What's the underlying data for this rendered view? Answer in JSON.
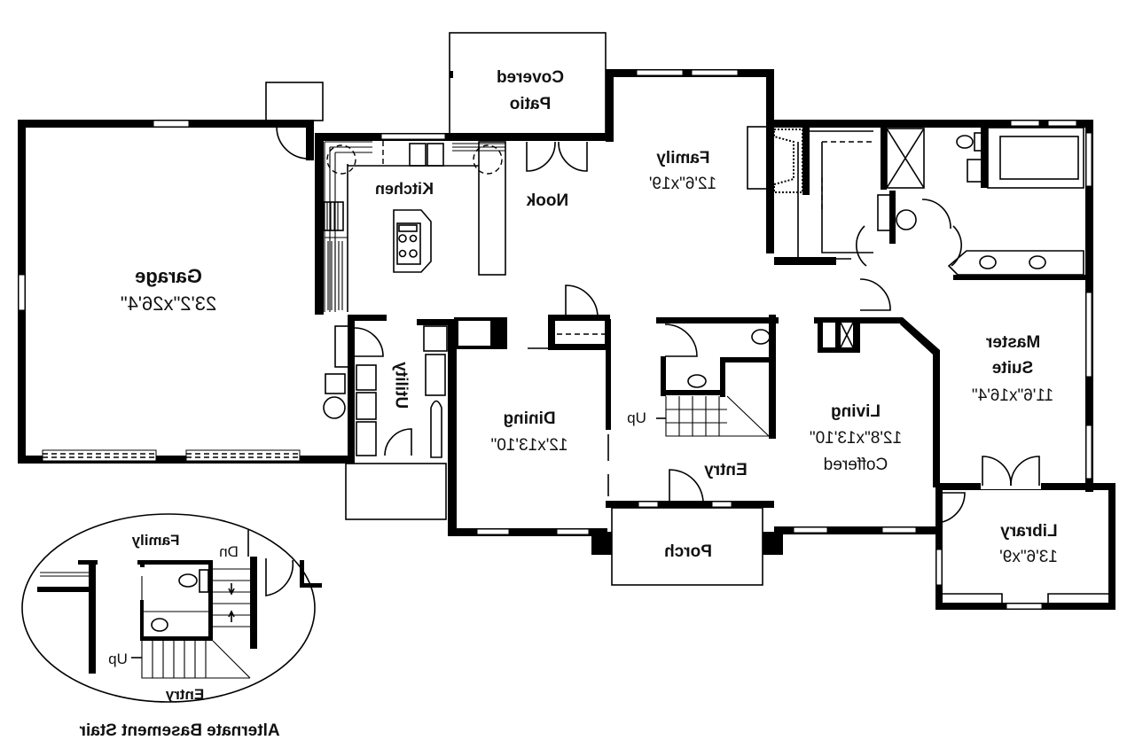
{
  "plan": {
    "orientation": "mirrored-horizontal",
    "rooms": [
      {
        "id": "garage",
        "name": "Garage",
        "dims": "23'2\"x26'4\""
      },
      {
        "id": "kitchen",
        "name": "Kitchen",
        "dims": ""
      },
      {
        "id": "covered-patio",
        "name_line1": "Covered",
        "name_line2": "Patio"
      },
      {
        "id": "nook",
        "name": "Nook"
      },
      {
        "id": "family",
        "name": "Family",
        "dims": "12'6\"x19'"
      },
      {
        "id": "utility",
        "name": "Utility"
      },
      {
        "id": "dining",
        "name": "Dining",
        "dims": "12'x13'10\""
      },
      {
        "id": "entry",
        "name": "Entry",
        "stair_label": "Up"
      },
      {
        "id": "porch",
        "name": "Porch"
      },
      {
        "id": "living",
        "name": "Living",
        "dims": "12'8\"x13'10\"",
        "note": "Coffered"
      },
      {
        "id": "master-suite",
        "name_line1": "Master",
        "name_line2": "Suite",
        "dims": "11'6\"x16'4\""
      },
      {
        "id": "library",
        "name": "Library",
        "dims": "13'6\"x9'"
      }
    ],
    "inset": {
      "title": "Alternate Basement Stair",
      "family_label": "Family",
      "down_label": "Dn",
      "up_label": "Up",
      "entry_label": "Entry"
    }
  }
}
